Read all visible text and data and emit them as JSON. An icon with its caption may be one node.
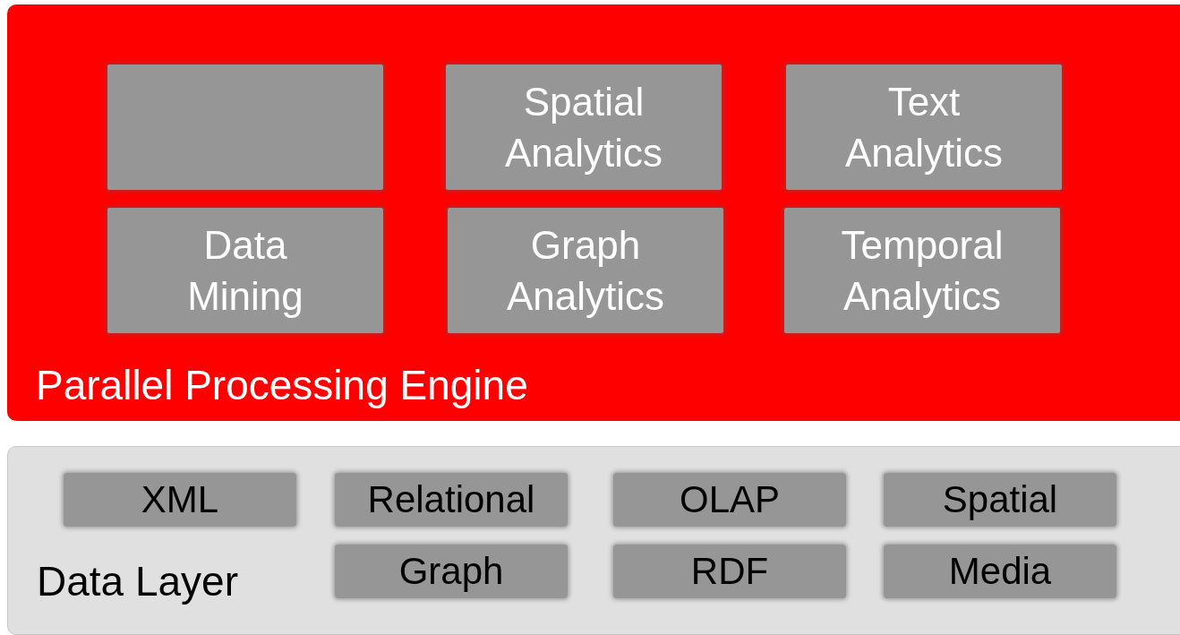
{
  "diagram": {
    "nodes": [
      {
        "text": [
          "Parallel Processing Engine"
        ]
      },
      {
        "text": [],
        "shape": "box",
        "in": 0
      },
      {
        "text": [
          "Spatial Analytics"
        ],
        "in": 0
      },
      {
        "text": [
          "Text Analytics"
        ],
        "in": 0
      },
      {
        "text": [
          "Data Mining"
        ],
        "in": 0
      },
      {
        "text": [
          "Graph Analytics"
        ],
        "in": 0
      },
      {
        "text": [
          "Temporal Analytics"
        ],
        "in": 0
      },
      {
        "text": [
          "Data Layer"
        ]
      },
      {
        "text": [
          "XML"
        ],
        "in": 7
      },
      {
        "text": [
          "Relational"
        ],
        "in": 7
      },
      {
        "text": [
          "OLAP"
        ],
        "in": 7
      },
      {
        "text": [
          "Spatial"
        ],
        "in": 7
      },
      {
        "text": [
          "Graph"
        ],
        "in": 7
      },
      {
        "text": [
          "RDF"
        ],
        "in": 7
      },
      {
        "text": [
          "Media"
        ],
        "in": 7
      }
    ]
  }
}
